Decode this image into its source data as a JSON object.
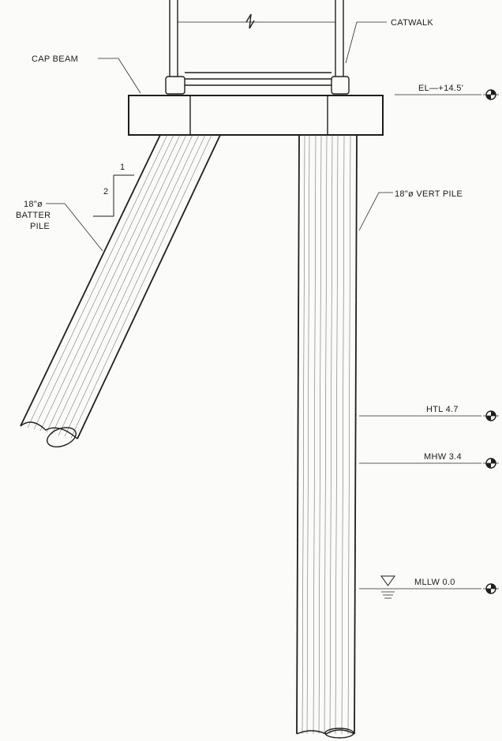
{
  "labels": {
    "catwalk": "CATWALK",
    "cap_beam": "CAP BEAM",
    "vert_pile": "18\"ø VERT PILE",
    "batter_pile_size": "18\"ø",
    "batter_pile_word1": "BATTER",
    "batter_pile_word2": "PILE",
    "slope_run": "1",
    "slope_rise": "2"
  },
  "elevations": [
    {
      "label": "EL—+14.5'"
    },
    {
      "label": "HTL  4.7"
    },
    {
      "label": "MHW  3.4"
    },
    {
      "label": "MLLW  0.0"
    }
  ],
  "colors": {
    "ink": "#1e1e1e",
    "paper": "#fbfbfa"
  }
}
